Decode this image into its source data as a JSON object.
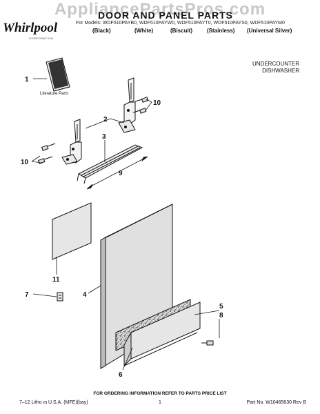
{
  "watermark": "AppliancePartsPros.com",
  "header": {
    "title": "DOOR AND PANEL PARTS",
    "models_line": "For Models: WDF510PAYB0, WDF510PAYW0, WDF510PAYT0, WDF510PAYS0, WDF510PAYM0",
    "colors": [
      "(Black)",
      "(White)",
      "(Biscuit)",
      "(Stainless)",
      "(Universal Silver)"
    ]
  },
  "brand": {
    "logo": "Whirlpool",
    "logo_sub": "CORPORATION"
  },
  "product": {
    "line1": "UNDERCOUNTER",
    "line2": "DISHWASHER"
  },
  "diagram": {
    "literature_label": "Literature Parts",
    "callouts": {
      "c1": "1",
      "c2": "2",
      "c3": "3",
      "c4": "4",
      "c5": "5",
      "c6": "6",
      "c7": "7",
      "c8": "8",
      "c9": "9",
      "c10a": "10",
      "c10b": "10",
      "c11": "11"
    }
  },
  "footer": {
    "ordering_note": "FOR ORDERING INFORMATION REFER TO PARTS PRICE LIST",
    "litho": "7–12 Litho in U.S.A. (MFE)(bay)",
    "page": "1",
    "part_no": "Part No. W10465630 Rev B"
  }
}
